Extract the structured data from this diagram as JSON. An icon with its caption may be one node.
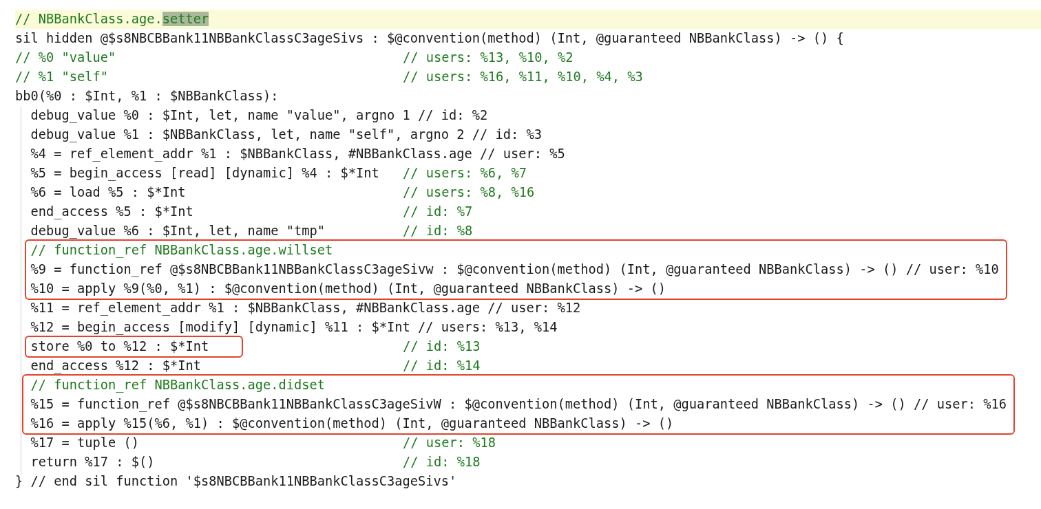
{
  "diagram": {
    "nodes": [
      {
        "text": [
          "// function_ref NBBankClass.age.willset",
          "%9 = function_ref @$s8NBCBBank11NBBankClassC3ageSivw : $@convention(method) (Int, @guaranteed NBBankClass) -> () // user: %10",
          "%10 = apply %9(%0, %1) : $@convention(method) (Int, @guaranteed NBBankClass) -> ()"
        ]
      },
      {
        "text": [
          "store %0 to %12 : $*Int"
        ]
      },
      {
        "text": [
          "// function_ref NBBankClass.age.didset",
          "%15 = function_ref @$s8NBCBBank11NBBankClassC3ageSivW : $@convention(method) (Int, @guaranteed NBBankClass) -> () // user: %16",
          "%16 = apply %15(%6, %1) : $@convention(method) (Int, @guaranteed NBBankClass) -> ()"
        ]
      }
    ],
    "labels": [
      "// NBBankClass.age.setter",
      "sil hidden @$s8NBCBBank11NBBankClassC3ageSivs : $@convention(method) (Int, @guaranteed NBBankClass) -> () {",
      "// %0 \"value\"",
      "// users: %13, %10, %2",
      "// %1 \"self\"",
      "// users: %16, %11, %10, %4, %3",
      "bb0(%0 : $Int, %1 : $NBBankClass):",
      "debug_value %0 : $Int, let, name \"value\", argno 1 // id: %2",
      "debug_value %1 : $NBBankClass, let, name \"self\", argno 2 // id: %3",
      "%4 = ref_element_addr %1 : $NBBankClass, #NBBankClass.age // user: %5",
      "%5 = begin_access [read] [dynamic] %4 : $*Int",
      "// users: %6, %7",
      "%6 = load %5 : $*Int",
      "// users: %8, %16",
      "end_access %5 : $*Int",
      "// id: %7",
      "debug_value %6 : $Int, let, name \"tmp\"",
      "// id: %8",
      "%11 = ref_element_addr %1 : $NBBankClass, #NBBankClass.age // user: %12",
      "%12 = begin_access [modify] [dynamic] %11 : $*Int // users: %13, %14",
      "// id: %13",
      "end_access %12 : $*Int",
      "// id: %14",
      "%17 = tuple ()",
      "// user: %18",
      "return %17 : $()",
      "// id: %18",
      "} // end sil function '$s8NBCBBank11NBBankClassC3ageSivs'"
    ]
  }
}
